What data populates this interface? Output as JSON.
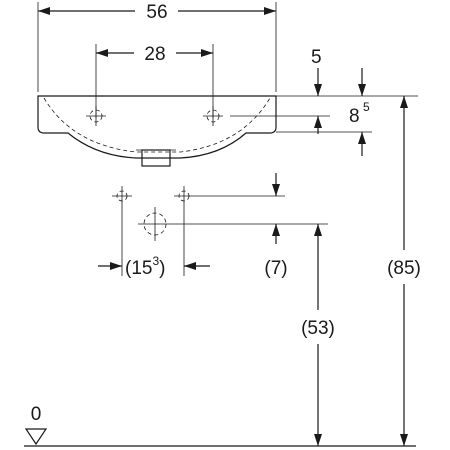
{
  "dimensions": {
    "width_total": "56",
    "hole_spacing": "28",
    "top_offset": "5",
    "rim_height_main": "8",
    "rim_height_sup": "5",
    "pipe_spacing_open": "(15",
    "pipe_spacing_sup": "3",
    "pipe_spacing_close": ")",
    "drain_offset": "(7)",
    "drain_height": "(53)",
    "total_height": "(85)",
    "floor_level": "0"
  }
}
